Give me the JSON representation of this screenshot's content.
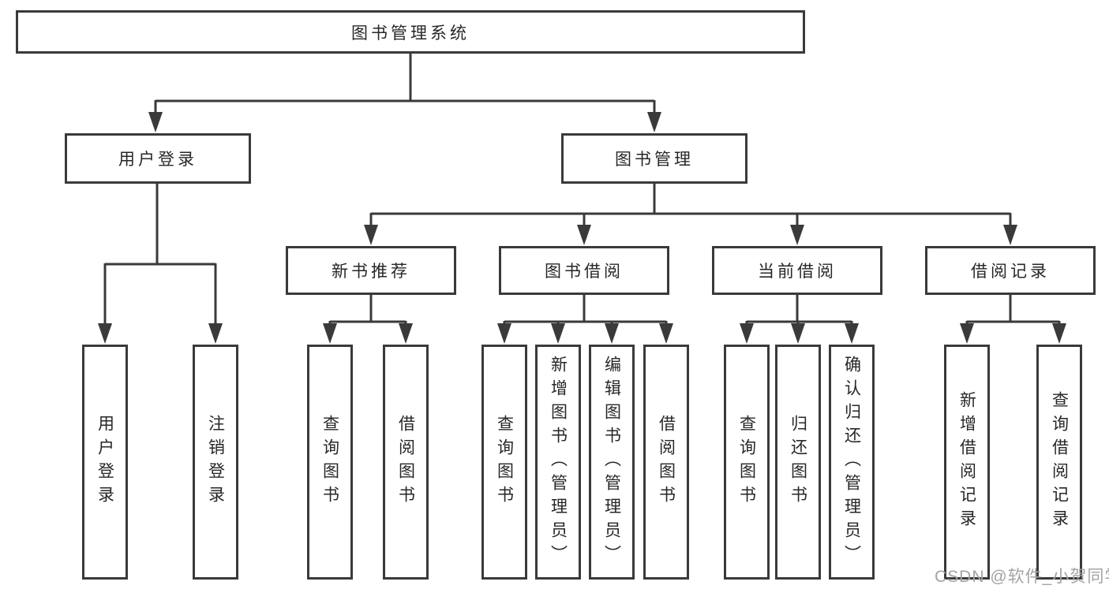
{
  "diagram": {
    "line_color": "#3a3a3a",
    "box_background": "#ffffff",
    "nodes": {
      "root": {
        "label": "图书管理系统"
      },
      "user_login": {
        "label": "用户登录",
        "children": [
          {
            "label": "用户登录"
          },
          {
            "label": "注销登录"
          }
        ]
      },
      "book_mgmt": {
        "label": "图书管理",
        "children": [
          {
            "label": "新书推荐",
            "children": [
              {
                "label": "查询图书"
              },
              {
                "label": "借阅图书"
              }
            ]
          },
          {
            "label": "图书借阅",
            "children": [
              {
                "label": "查询图书"
              },
              {
                "label": "新增图书（管理员）"
              },
              {
                "label": "编辑图书（管理员）"
              },
              {
                "label": "借阅图书"
              }
            ]
          },
          {
            "label": "当前借阅",
            "children": [
              {
                "label": "查询图书"
              },
              {
                "label": "归还图书"
              },
              {
                "label": "确认归还（管理员）"
              }
            ]
          },
          {
            "label": "借阅记录",
            "children": [
              {
                "label": "新增借阅记录"
              },
              {
                "label": "查询借阅记录"
              }
            ]
          }
        ]
      }
    }
  },
  "watermark": {
    "text": "CSDN @软件_小贺同学",
    "color": "#a3a3a3"
  }
}
